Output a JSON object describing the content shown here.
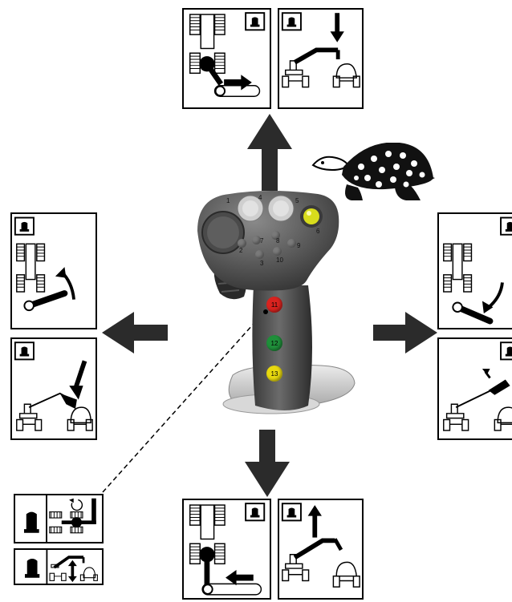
{
  "joystick": {
    "buttons": [
      {
        "num": "1"
      },
      {
        "num": "2"
      },
      {
        "num": "3"
      },
      {
        "num": "4"
      },
      {
        "num": "5"
      },
      {
        "num": "6"
      },
      {
        "num": "7"
      },
      {
        "num": "8"
      },
      {
        "num": "9"
      },
      {
        "num": "10"
      }
    ],
    "color_buttons": [
      {
        "num": "11",
        "color": "#d9231f"
      },
      {
        "num": "12",
        "color": "#1f8f3a"
      },
      {
        "num": "13",
        "color": "#e8d90f"
      }
    ],
    "yellow_knob_color": "#d8dc1c"
  },
  "panels": {
    "top": [
      "steer-right-icon",
      "boom-lower-icon"
    ],
    "left": [
      "steer-left-lift-icon",
      "bucket-tilt-down-icon"
    ],
    "right": [
      "steer-right-lift-icon",
      "bucket-tilt-up-icon"
    ],
    "bottom": [
      "steer-left-icon",
      "boom-raise-icon"
    ],
    "bottom_left": [
      "rotate-travel-icon",
      "boom-float-icon"
    ]
  },
  "turtle": {
    "icon": "turtle-slow-mode-icon"
  }
}
